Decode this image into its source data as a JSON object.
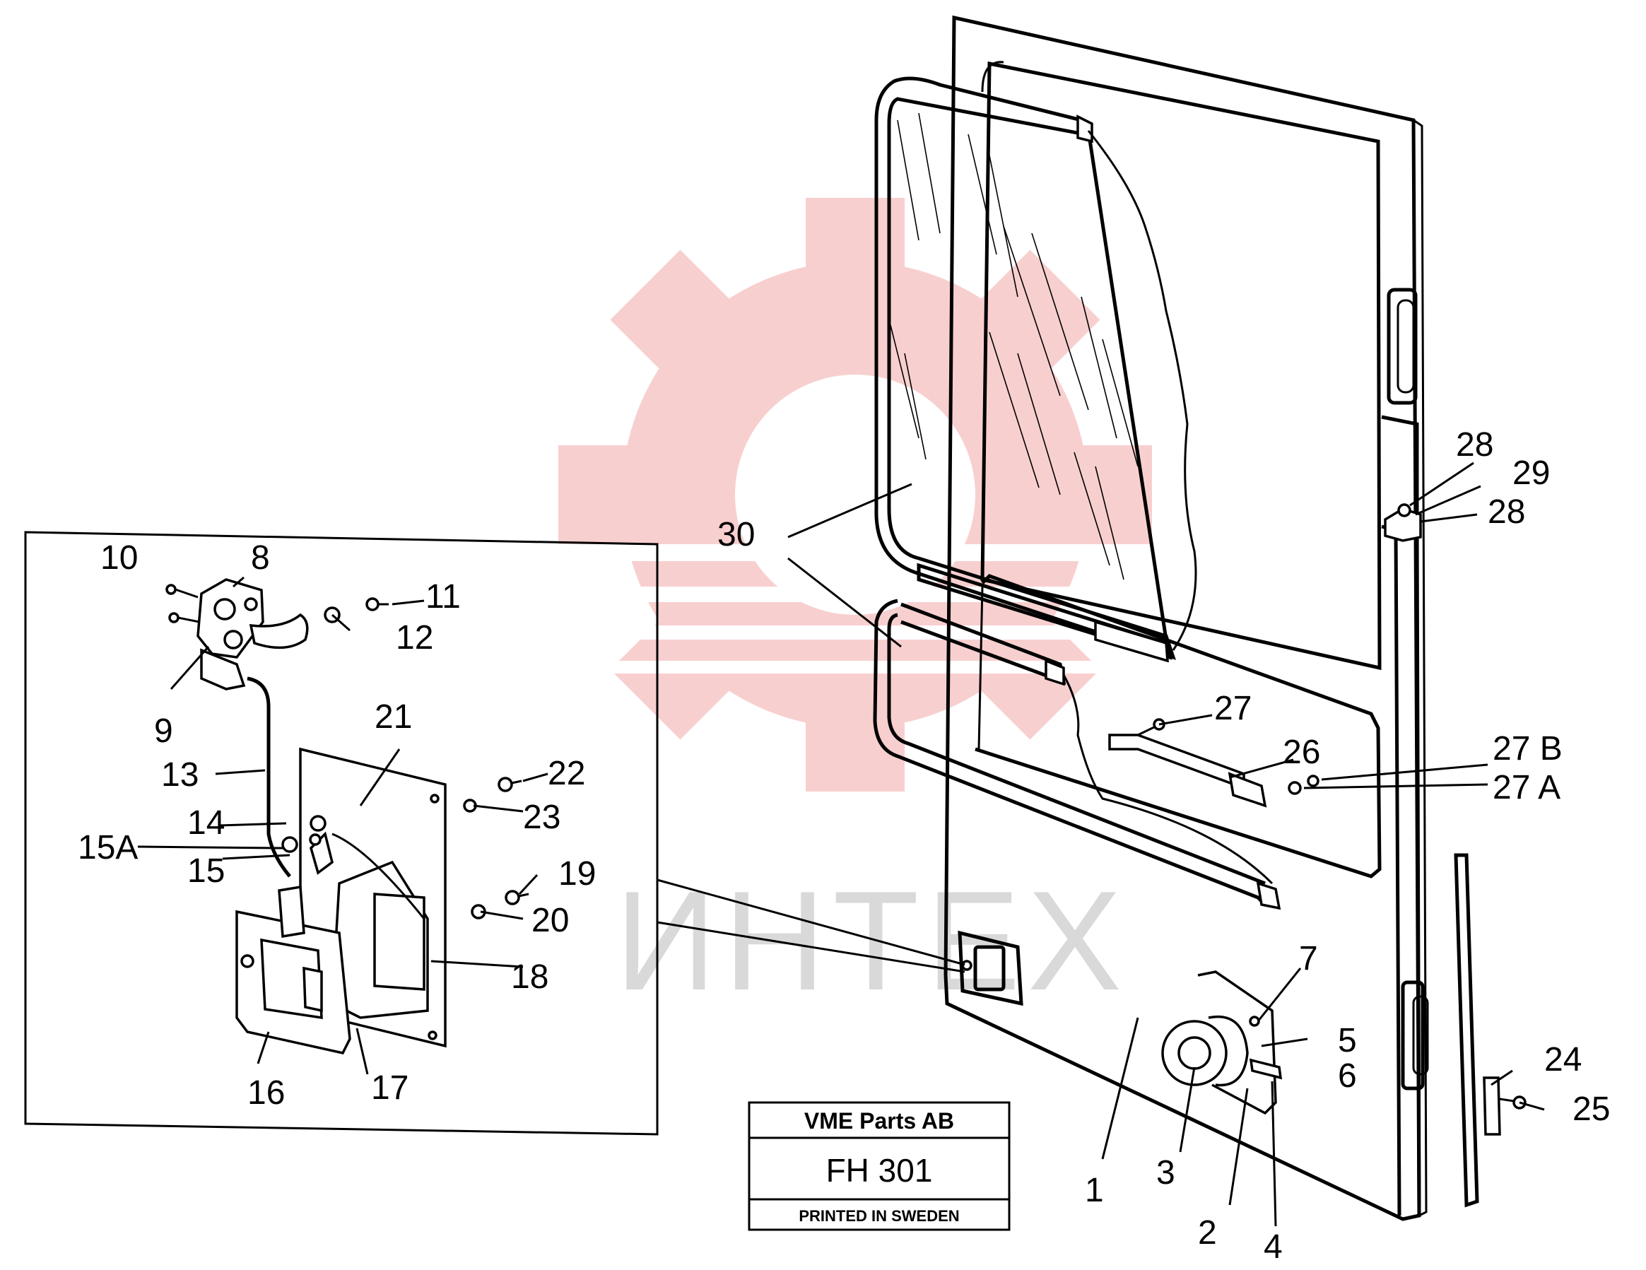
{
  "title_block": {
    "company": "VME Parts AB",
    "code": "FH 301",
    "printed": "PRINTED IN SWEDEN"
  },
  "watermark": {
    "text": "ИНТЕХ",
    "color": "#f3a8a8"
  },
  "callouts": [
    {
      "id": "1",
      "text": "1"
    },
    {
      "id": "2",
      "text": "2"
    },
    {
      "id": "3",
      "text": "3"
    },
    {
      "id": "4",
      "text": "4"
    },
    {
      "id": "5",
      "text": "5"
    },
    {
      "id": "6",
      "text": "6"
    },
    {
      "id": "7",
      "text": "7"
    },
    {
      "id": "8",
      "text": "8"
    },
    {
      "id": "9",
      "text": "9"
    },
    {
      "id": "10",
      "text": "10"
    },
    {
      "id": "11",
      "text": "11"
    },
    {
      "id": "12",
      "text": "12"
    },
    {
      "id": "13",
      "text": "13"
    },
    {
      "id": "14",
      "text": "14"
    },
    {
      "id": "15A",
      "text": "15A"
    },
    {
      "id": "15",
      "text": "15"
    },
    {
      "id": "16",
      "text": "16"
    },
    {
      "id": "17",
      "text": "17"
    },
    {
      "id": "18",
      "text": "18"
    },
    {
      "id": "19",
      "text": "19"
    },
    {
      "id": "20",
      "text": "20"
    },
    {
      "id": "21",
      "text": "21"
    },
    {
      "id": "22",
      "text": "22"
    },
    {
      "id": "23",
      "text": "23"
    },
    {
      "id": "24",
      "text": "24"
    },
    {
      "id": "25",
      "text": "25"
    },
    {
      "id": "26",
      "text": "26"
    },
    {
      "id": "27",
      "text": "27"
    },
    {
      "id": "27B",
      "text": "27 B"
    },
    {
      "id": "27A",
      "text": "27 A"
    },
    {
      "id": "28a",
      "text": "28"
    },
    {
      "id": "29",
      "text": "29"
    },
    {
      "id": "28b",
      "text": "28"
    },
    {
      "id": "30",
      "text": "30"
    }
  ]
}
